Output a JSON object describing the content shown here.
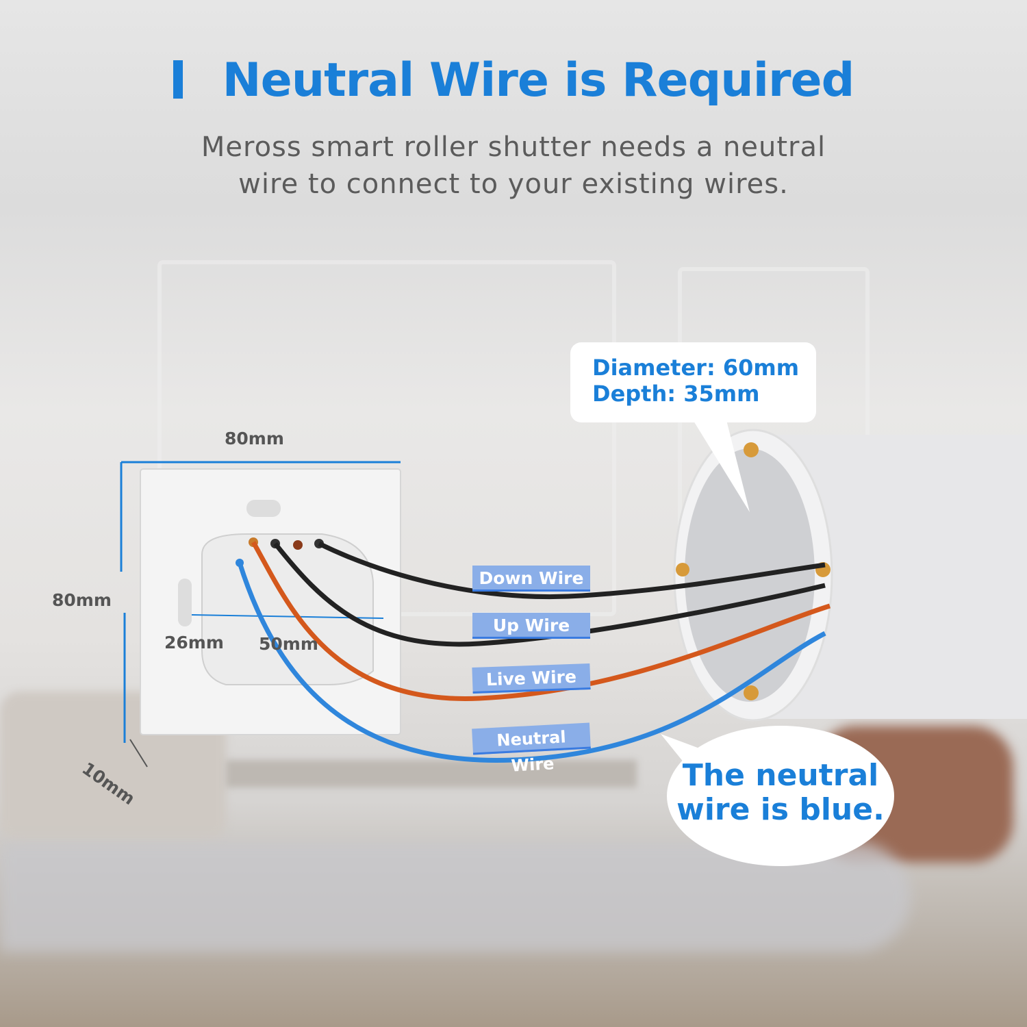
{
  "title": "Neutral Wire is Required",
  "subtitle": [
    "Meross smart roller shutter needs a neutral",
    "wire to connect to your existing wires."
  ],
  "dimensions": {
    "width": "80mm",
    "height": "80mm",
    "depth": "10mm",
    "inner_a": "26mm",
    "inner_b": "50mm"
  },
  "wires": [
    {
      "label": "Down Wire",
      "color": "#222222"
    },
    {
      "label": "Up Wire",
      "color": "#222222"
    },
    {
      "label": "Live Wire",
      "color": "#d4581c"
    },
    {
      "label": "Neutral Wire",
      "color": "#2f86dc"
    }
  ],
  "box_callout": {
    "line1": "Diameter: 60mm",
    "line2": "Depth: 35mm"
  },
  "neutral_callout": {
    "line1": "The neutral",
    "line2": "wire is blue."
  },
  "colors": {
    "accent": "#1a7fd8",
    "label_bg": "#8aaee8"
  }
}
